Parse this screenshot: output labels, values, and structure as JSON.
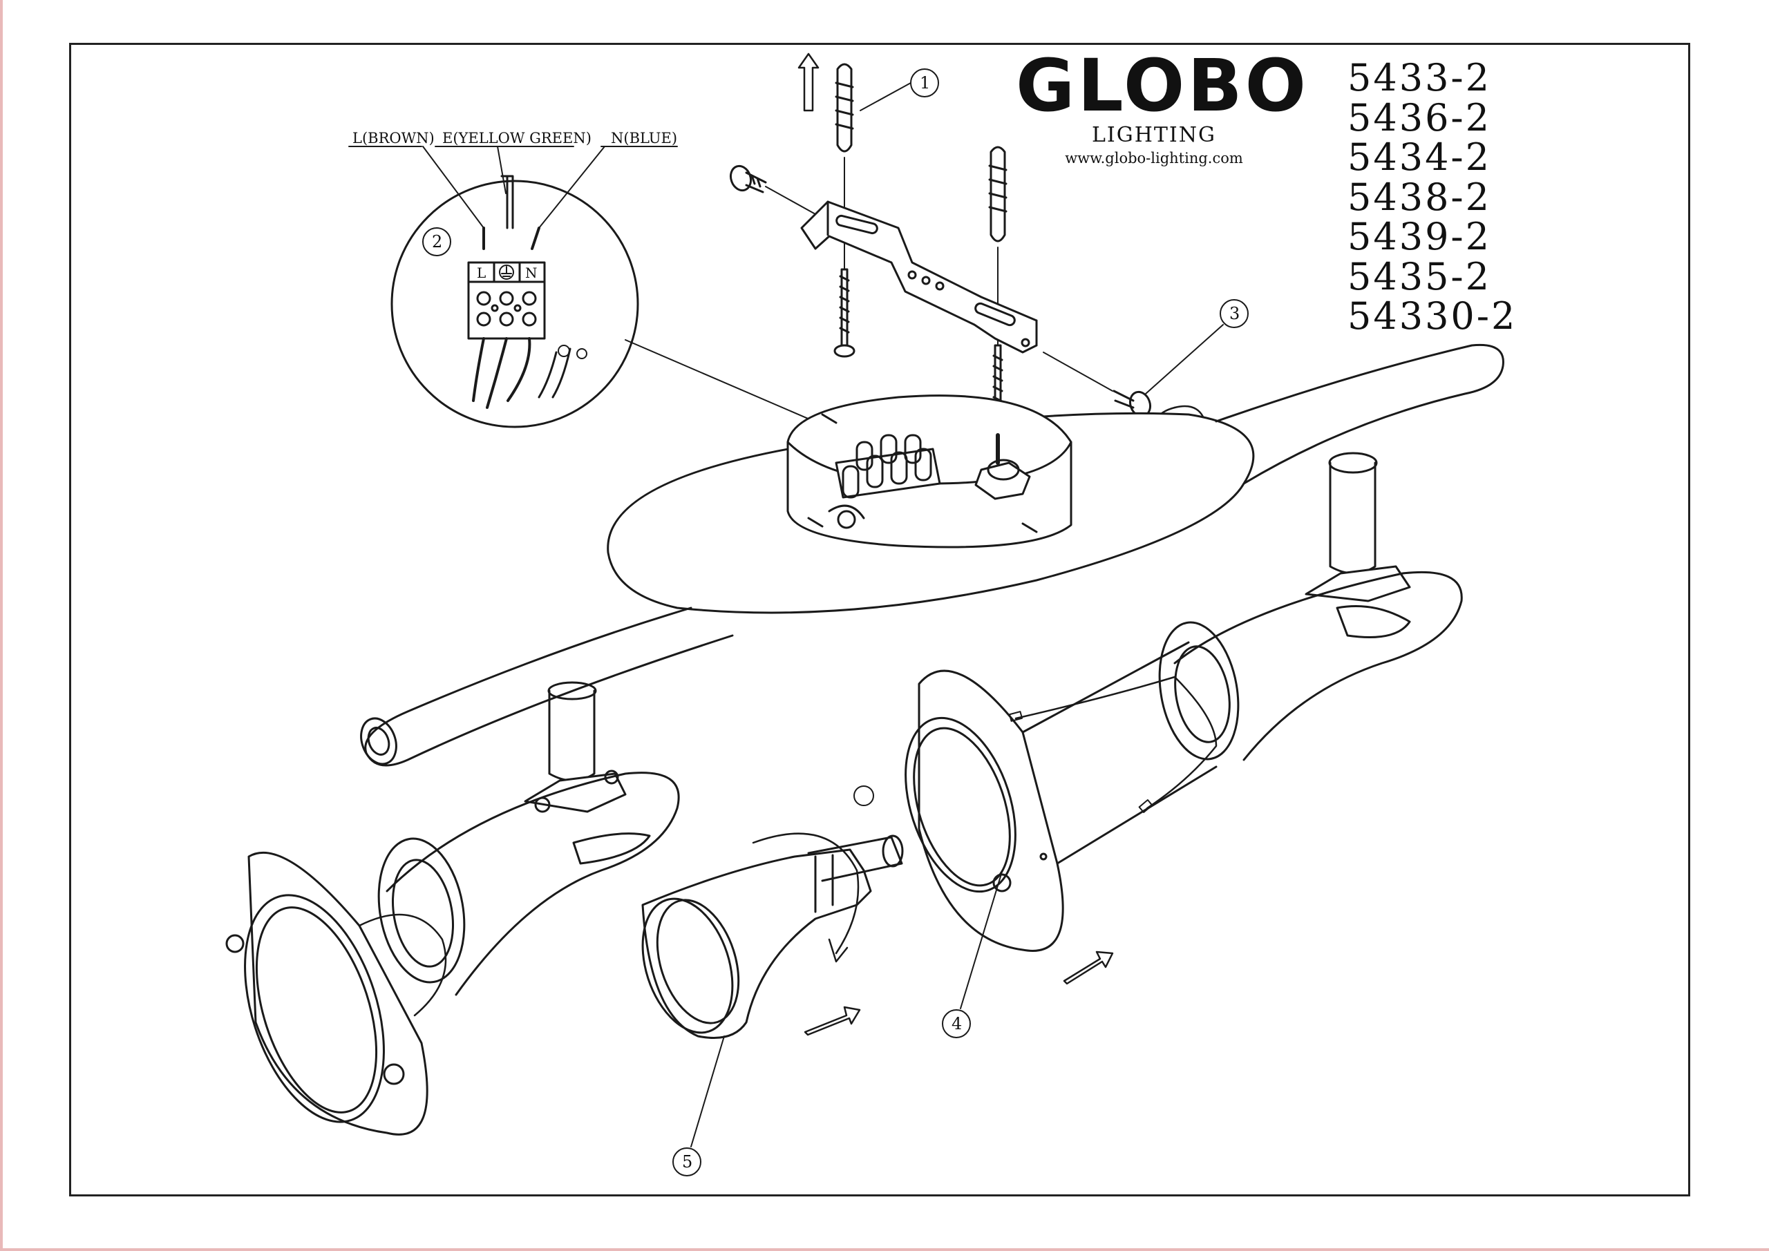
{
  "brand": {
    "name": "GLOBO",
    "subtitle": "LIGHTING",
    "url": "www.globo-lighting.com"
  },
  "model_numbers": [
    "5433-2",
    "5436-2",
    "5434-2",
    "5438-2",
    "5439-2",
    "5435-2",
    "54330-2"
  ],
  "wiring_labels": {
    "live": "L(BROWN)",
    "earth": "E(YELLOW GREEN)",
    "neutral": "N(BLUE)",
    "terminal_live": "L",
    "terminal_neutral": "N"
  },
  "callouts": [
    "1",
    "2",
    "3",
    "4",
    "5"
  ],
  "icons": [
    "up-arrow-icon",
    "earth-ground-icon",
    "rotate-arrow-icon",
    "push-arrow-icon"
  ]
}
